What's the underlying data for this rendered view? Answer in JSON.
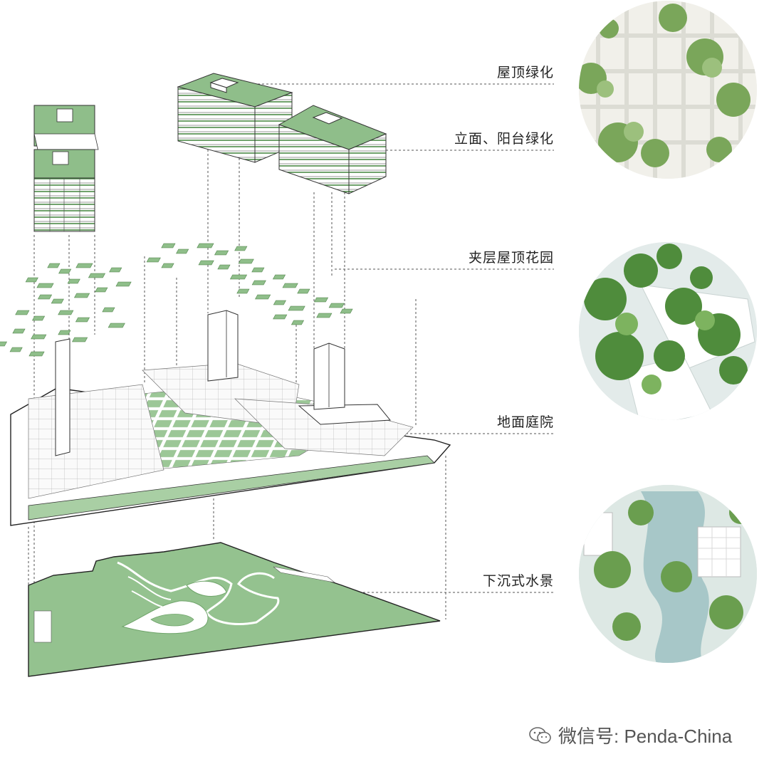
{
  "labels": {
    "roof_green": "屋顶绿化",
    "facade_green": "立面、阳台绿化",
    "mezzanine_garden": "夹层屋顶花园",
    "ground_court": "地面庭院",
    "sunken_water": "下沉式水景"
  },
  "watermark": {
    "text": "微信号: Penda-China",
    "icon": "wechat-icon"
  },
  "colors": {
    "green": "#8fbe8a",
    "green_dark": "#5f9a5a",
    "green_light": "#b9d8b2",
    "line": "#333333",
    "dash": "#555555"
  }
}
